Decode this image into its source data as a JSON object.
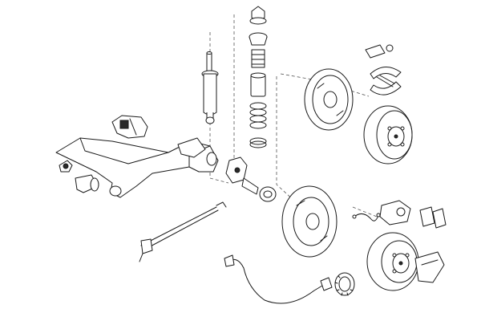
{
  "figure": {
    "kind": "exploded-parts-diagram",
    "background": "#ffffff",
    "line_color": "#1a1a1a",
    "parts": [
      "shock-absorber",
      "top-mount-stack",
      "coil-spring",
      "rear-axle-beam",
      "mount-bracket",
      "bushing",
      "wheel-hub-stub",
      "handbrake-cable",
      "brake-drum",
      "brake-backing-plate",
      "brake-shoes",
      "wheel-cylinder",
      "disc-backing-plate",
      "brake-disc",
      "brake-caliper",
      "brake-pads",
      "brake-hose",
      "abs-sensor",
      "abs-ring"
    ]
  }
}
